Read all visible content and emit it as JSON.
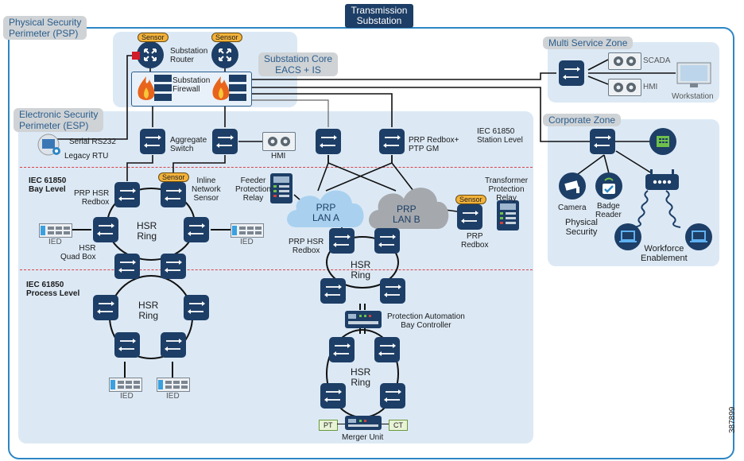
{
  "zones": {
    "transmission": "Transmission\nSubstation",
    "psp": "Physical Security\nPerimeter (PSP)",
    "esp": "Electronic Security\nPerimeter (ESP)",
    "core": "Substation Core\nEACS + IS",
    "multi": "Multi Service Zone",
    "corporate": "Corporate Zone"
  },
  "labels": {
    "router": "Substation\nRouter",
    "firewall": "Substation\nFirewall",
    "serial": "Serial RS232",
    "legacy": "Legacy RTU",
    "aggregate": "Aggregate\nSwitch",
    "hmi_esp": "HMI",
    "prp_redbox_gm": "PRP Redbox+\nPTP GM",
    "station_level": "IEC 61850\nStation Level",
    "bay_level": "IEC 61850\nBay Level",
    "process_level": "IEC 61850\nProcess Level",
    "prp_hsr_redbox_left": "PRP HSR\nRedbox",
    "inline_sensor": "Inline\nNetwork\nSensor",
    "feeder": "Feeder\nProtection\nRelay",
    "transformer": "Transformer\nProtection\nRelay",
    "prp_lan_a": "PRP\nLAN A",
    "prp_lan_b": "PRP\nLAN B",
    "prp_redbox": "PRP\nRedbox",
    "hsr_ring": "HSR\nRing",
    "ied": "IED",
    "hsr_quad": "HSR\nQuad Box",
    "prp_hsr_redbox_mid": "PRP HSR\nRedbox",
    "pabc": "Protection Automation\nBay Controller",
    "merger": "Merger Unit",
    "pt": "PT",
    "ct": "CT",
    "scada": "SCADA",
    "hmi_ms": "HMI",
    "workstation": "Workstation",
    "camera": "Camera",
    "badge": "Badge\nReader",
    "physical_security": "Physical\nSecurity",
    "workforce": "Workforce\nEnablement",
    "sensor": "Sensor",
    "figure_id": "387899"
  }
}
